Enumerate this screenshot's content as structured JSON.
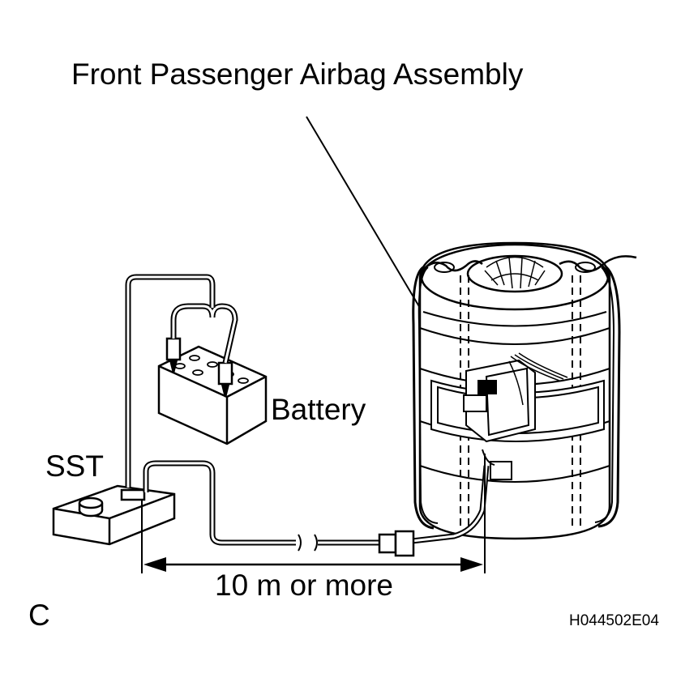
{
  "labels": {
    "airbag": "Front Passenger Airbag Assembly",
    "battery": "Battery",
    "sst": "SST",
    "distance": "10 m or more",
    "corner": "C",
    "figure_code": "H044502E04"
  },
  "colors": {
    "line": "#000000",
    "fill": "#ffffff"
  }
}
